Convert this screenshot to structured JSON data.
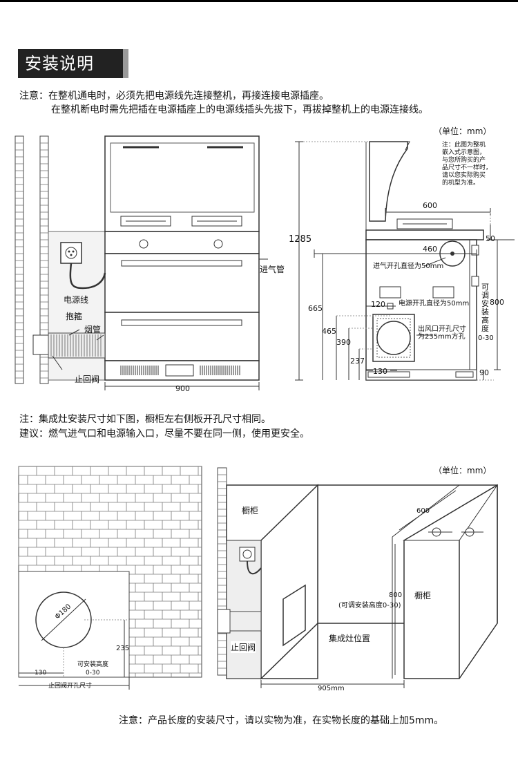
{
  "section_title": "安装说明",
  "notices": {
    "line1": "注意：在整机通电时，必须先把电源线先连接整机，再接连接电源插座。",
    "line2": "在整机断电时需先把插在电源插座上的电源线插头先拔下，再拔掉整机上的电源连接线。",
    "line3": "注：集成灶安装尺寸如下图，橱柜左右侧板开孔尺寸相同。",
    "line4": "建议：燃气进气口和电源输入口，尽量不要在同一侧，使用更安全。",
    "bottom": "注意：产品长度的安装尺寸，请以实物为准，在实物长度的基础上加5mm。"
  },
  "diagram1": {
    "labels": {
      "power_cord": "电源线",
      "hoop": "抱箍",
      "flue": "烟管",
      "check_valve": "止回阀",
      "gas_inlet_pipe": "进气管",
      "width_900": "900"
    }
  },
  "diagram2": {
    "unit": "（单位：mm）",
    "note": [
      "注：此图为整机",
      "嵌入式示意图，",
      "与您所购买的产",
      "品尺寸不一样时，",
      "请以您实际购买",
      "的机型为准。"
    ],
    "dims": {
      "d1285": "1285",
      "d600": "600",
      "d460": "460",
      "d50": "50",
      "d665": "665",
      "d120": "120",
      "d465": "465",
      "d390": "390",
      "d237": "237",
      "d130": "130",
      "d800": "800",
      "d90": "90"
    },
    "labels": {
      "gas_hole": "进气开孔直径为50mm",
      "power_hole": "电源开孔直径为50mm",
      "outlet_line1": "出风口开孔尺寸",
      "outlet_line2": "为235mm方孔",
      "adjustable_height": [
        "可",
        "调",
        "安",
        "装",
        "高",
        "度"
      ],
      "adjust_range": "0-30"
    }
  },
  "diagram3": {
    "phi": "Φ180",
    "d235": "235",
    "adj_line1": "可安装高度",
    "adj_line2": "0-30",
    "d130": "130",
    "hole_size": "止回阀开孔尺寸"
  },
  "diagram4": {
    "unit": "（单位：mm）",
    "cabinet_left": "橱柜",
    "cabinet_right": "橱柜",
    "d600": "600",
    "d800": "800",
    "adj_height": "(可调安装高度0-30)",
    "stove_position": "集成灶位置",
    "check_valve": "止回阀",
    "d905": "905mm"
  }
}
